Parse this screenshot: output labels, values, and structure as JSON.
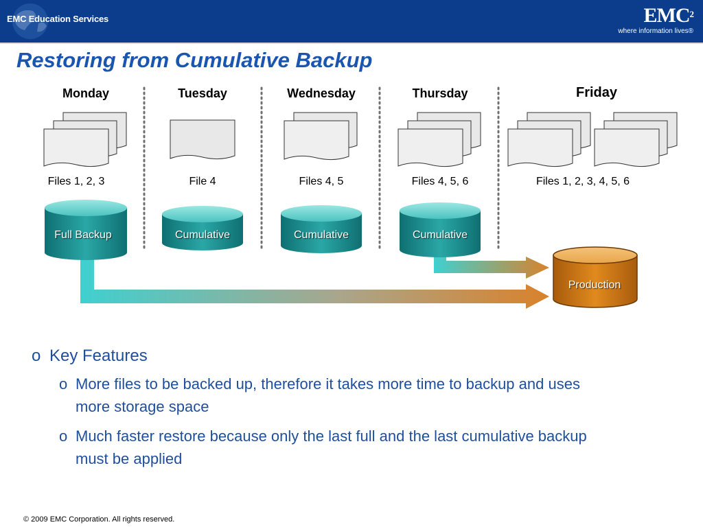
{
  "header": {
    "left_brand": "EMC Education Services",
    "logo_text": "EMC",
    "logo_superscript": "2",
    "logo_tagline": "where information lives®"
  },
  "title": "Restoring from Cumulative Backup",
  "diagram": {
    "days": [
      {
        "label": "Monday",
        "files": "Files 1, 2, 3",
        "backup": "Full Backup"
      },
      {
        "label": "Tuesday",
        "files": "File 4",
        "backup": "Cumulative"
      },
      {
        "label": "Wednesday",
        "files": "Files 4, 5",
        "backup": "Cumulative"
      },
      {
        "label": "Thursday",
        "files": "Files 4, 5, 6",
        "backup": "Cumulative"
      },
      {
        "label": "Friday",
        "files": "Files 1, 2, 3, 4, 5, 6"
      }
    ],
    "production": "Production",
    "colors": {
      "cylinder_teal": "#1a8a8c",
      "cylinder_top": "#6fd3cf",
      "production_orange": "#e08a1e",
      "arrow_start": "#3fd0d0",
      "arrow_end": "#d9822b"
    }
  },
  "bullets": {
    "main": "Key Features",
    "marker": "o",
    "sub": [
      "More files to be backed up, therefore it takes more time to backup and uses more storage space",
      "Much faster restore because only the last full and the last cumulative backup must be applied"
    ]
  },
  "footer": "© 2009 EMC Corporation. All rights reserved."
}
